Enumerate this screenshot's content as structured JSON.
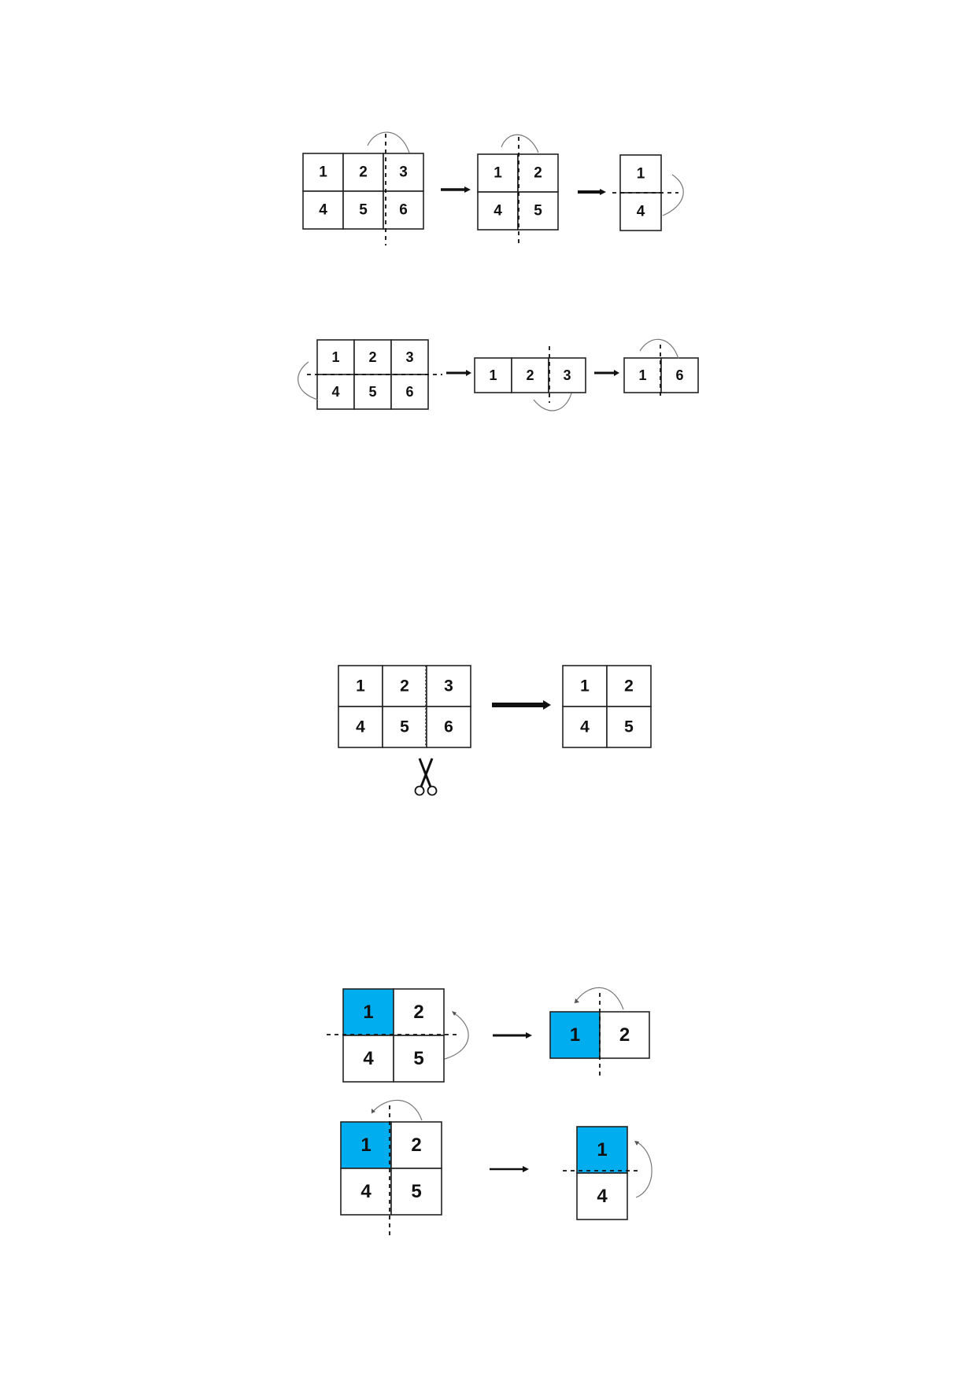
{
  "colors": {
    "highlight": "#00adef",
    "stroke": "#222222",
    "text": "#111111"
  },
  "diagrams": [
    {
      "id": "row1-a",
      "cols": 3,
      "rows": 2,
      "labels": [
        "1",
        "2",
        "3",
        "4",
        "5",
        "6"
      ],
      "highlight": []
    },
    {
      "id": "row1-b",
      "cols": 2,
      "rows": 2,
      "labels": [
        "1",
        "2",
        "4",
        "5"
      ],
      "highlight": []
    },
    {
      "id": "row1-c",
      "cols": 1,
      "rows": 2,
      "labels": [
        "1",
        "4"
      ],
      "highlight": []
    },
    {
      "id": "row2-a",
      "cols": 3,
      "rows": 2,
      "labels": [
        "1",
        "2",
        "3",
        "4",
        "5",
        "6"
      ],
      "highlight": []
    },
    {
      "id": "row2-b",
      "cols": 3,
      "rows": 1,
      "labels": [
        "1",
        "2",
        "3"
      ],
      "highlight": []
    },
    {
      "id": "row2-c",
      "cols": 2,
      "rows": 1,
      "labels": [
        "1",
        "6"
      ],
      "highlight": []
    },
    {
      "id": "row3-a",
      "cols": 3,
      "rows": 2,
      "labels": [
        "1",
        "2",
        "3",
        "4",
        "5",
        "6"
      ],
      "highlight": []
    },
    {
      "id": "row3-b",
      "cols": 2,
      "rows": 2,
      "labels": [
        "1",
        "2",
        "4",
        "5"
      ],
      "highlight": []
    },
    {
      "id": "row4-a",
      "cols": 2,
      "rows": 2,
      "labels": [
        "1",
        "2",
        "4",
        "5"
      ],
      "highlight": [
        0
      ]
    },
    {
      "id": "row4-b",
      "cols": 2,
      "rows": 1,
      "labels": [
        "1",
        "2"
      ],
      "highlight": [
        0
      ]
    },
    {
      "id": "row5-a",
      "cols": 2,
      "rows": 2,
      "labels": [
        "1",
        "2",
        "4",
        "5"
      ],
      "highlight": [
        0
      ]
    },
    {
      "id": "row5-b",
      "cols": 1,
      "rows": 2,
      "labels": [
        "1",
        "4"
      ],
      "highlight": [
        0
      ]
    }
  ],
  "icons": {
    "cut_tool": "scissors-icon",
    "fold_flap": "curved-arrow-icon",
    "transition": "right-arrow-icon"
  }
}
